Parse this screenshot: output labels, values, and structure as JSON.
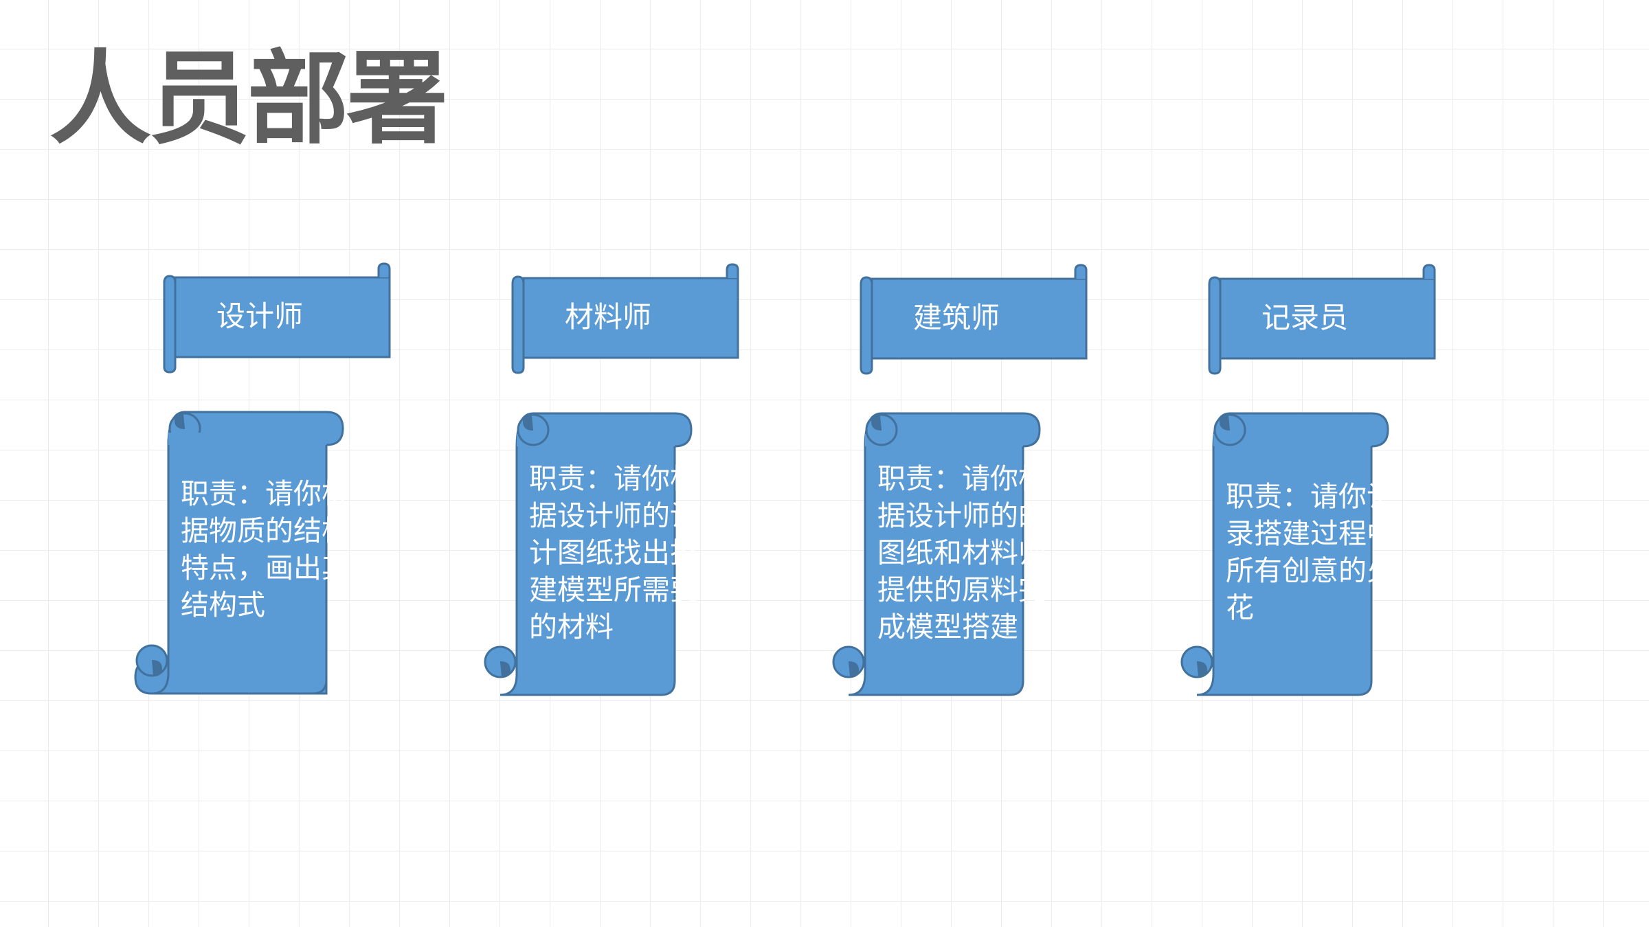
{
  "title": "人员部署",
  "colors": {
    "scroll_fill": "#5b9bd5",
    "scroll_shade": "#41719c",
    "text": "#ffffff",
    "title": "#5f5f5f",
    "grid": "#ececec"
  },
  "roles": [
    {
      "name": "设计师",
      "duty": "职责：请你根据物质的结构特点，画出其结构式"
    },
    {
      "name": "材料师",
      "duty": "职责：请你根据设计师的设计图纸找出搭建模型所需要的材料"
    },
    {
      "name": "建筑师",
      "duty": "职责：请你根据设计师的的图纸和材料师提供的原料完成模型搭建"
    },
    {
      "name": "记录员",
      "duty": "职责：请你记录搭建过程中所有创意的火花"
    }
  ]
}
